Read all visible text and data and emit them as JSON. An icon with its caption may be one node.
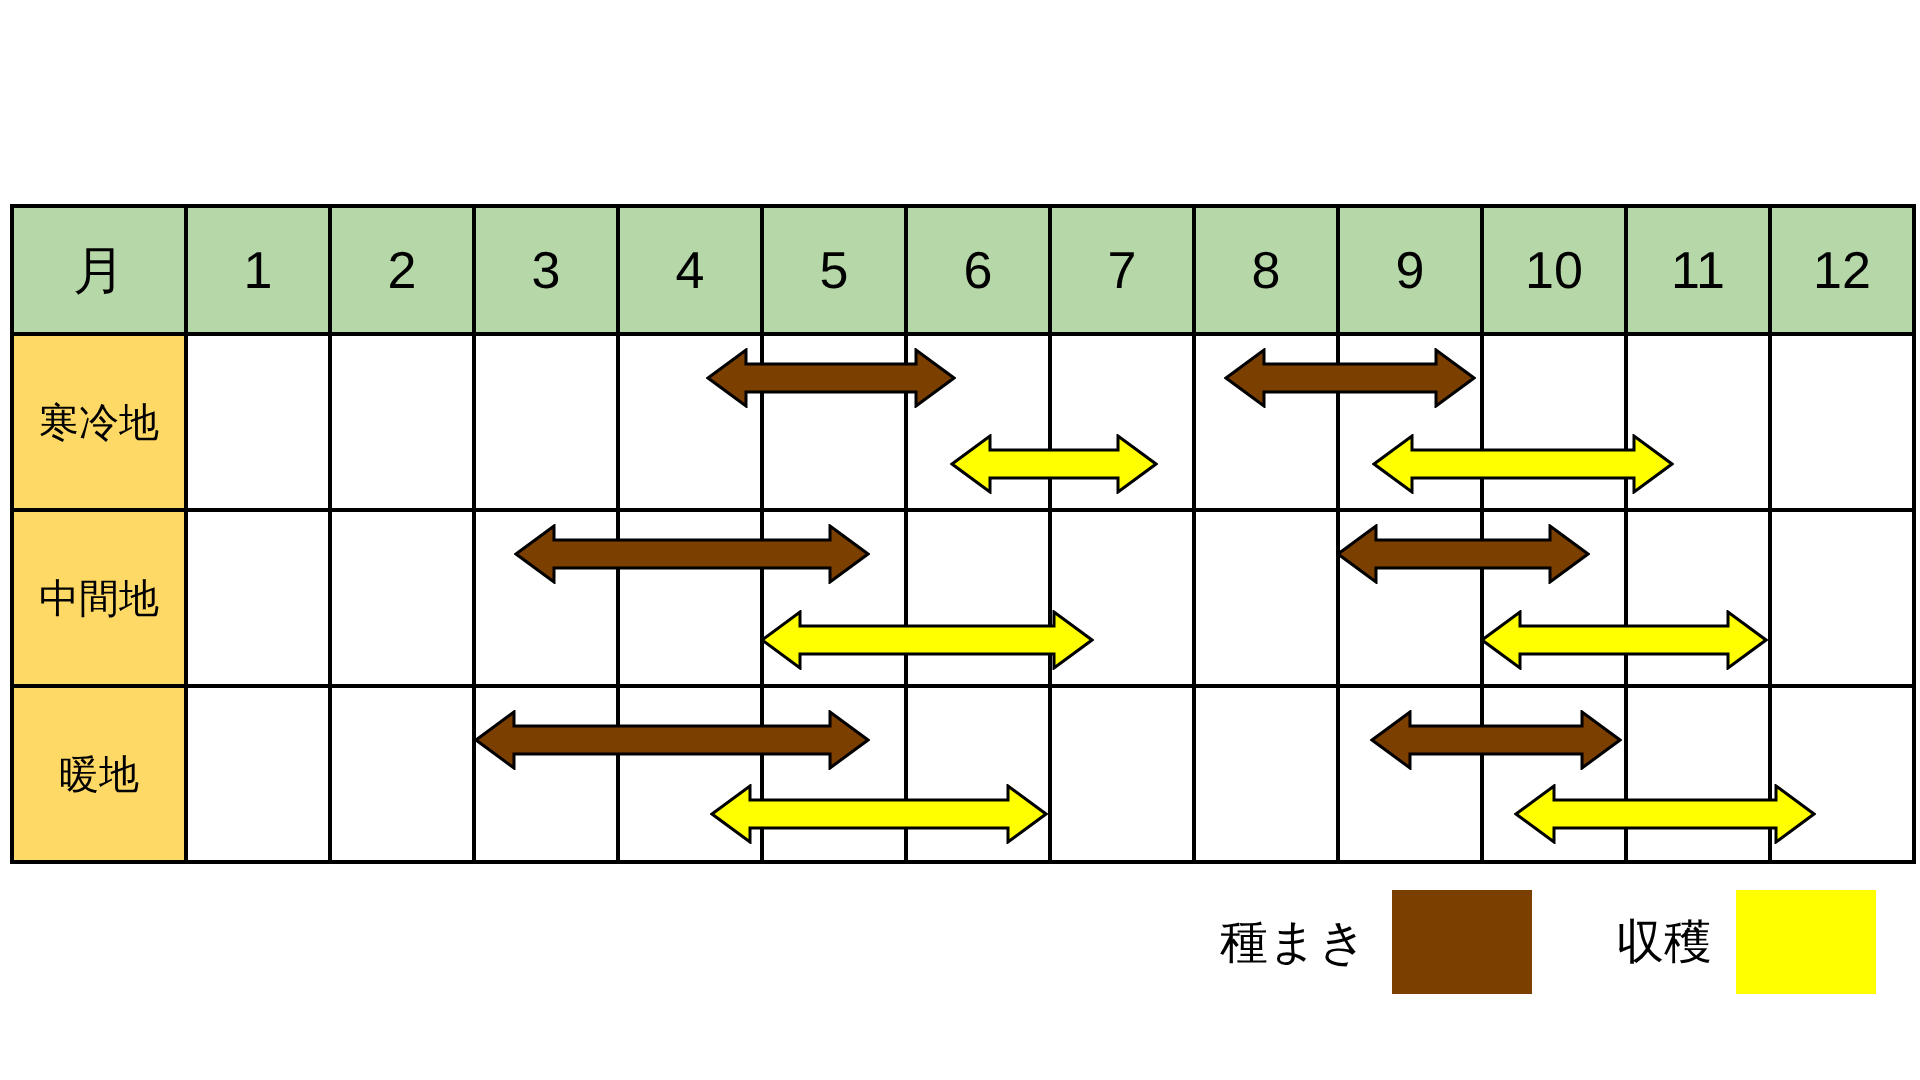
{
  "diagram": {
    "nodes": [
      {
        "text": [],
        "shape": "arrow"
      },
      {
        "text": [],
        "shape": "arrow"
      },
      {
        "text": [],
        "shape": "arrow"
      },
      {
        "text": [],
        "shape": "arrow"
      },
      {
        "text": [],
        "shape": "arrow"
      },
      {
        "text": [],
        "shape": "arrow"
      },
      {
        "text": [],
        "shape": "arrow"
      },
      {
        "text": [],
        "shape": "arrow"
      },
      {
        "text": [],
        "shape": "arrow"
      },
      {
        "text": [],
        "shape": "arrow"
      },
      {
        "text": [],
        "shape": "arrow"
      },
      {
        "text": [],
        "shape": "arrow"
      }
    ],
    "labels": [
      "月",
      "1",
      "2",
      "3",
      "4",
      "5",
      "6",
      "7",
      "8",
      "9",
      "10",
      "11",
      "12",
      "寒冷地",
      "中間地",
      "暖地"
    ],
    "legend": [
      {
        "text": "種まき",
        "color": "#7b3f00"
      },
      {
        "text": "収穫",
        "color": "#ffff00"
      }
    ]
  }
}
